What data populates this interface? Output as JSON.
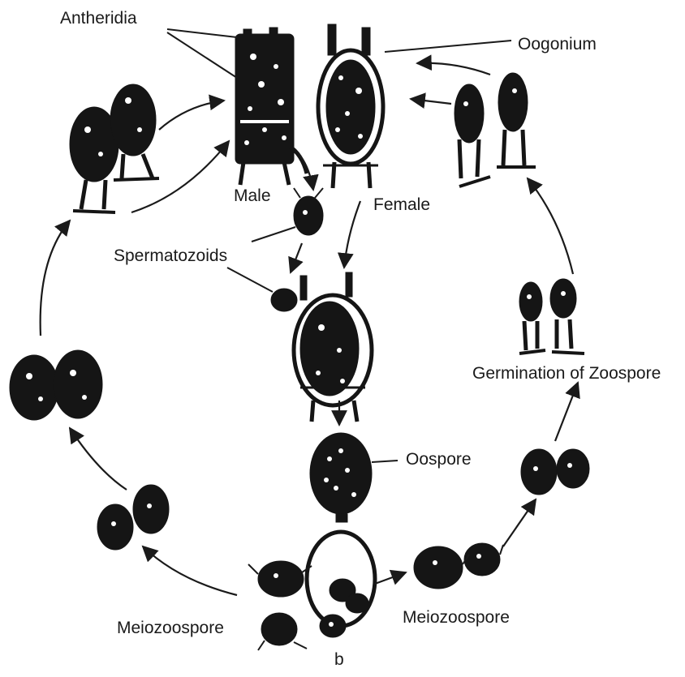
{
  "figure": {
    "panel_label": "b",
    "labels": {
      "antheridia": "Antheridia",
      "oogonium": "Oogonium",
      "male": "Male",
      "female": "Female",
      "spermatozoids": "Spermatozoids",
      "oospore": "Oospore",
      "germination": "Germination of Zoospore",
      "meiozoospore_left": "Meiozoospore",
      "meiozoospore_right": "Meiozoospore"
    }
  }
}
